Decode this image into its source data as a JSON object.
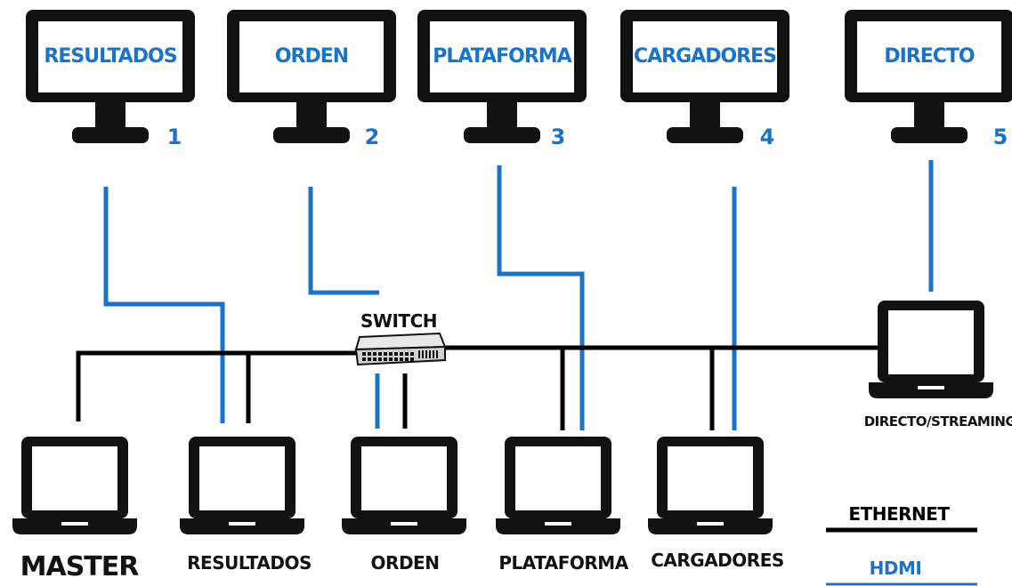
{
  "monitors": [
    {
      "label": "RESULTADOS",
      "number": "1"
    },
    {
      "label": "ORDEN",
      "number": "2"
    },
    {
      "label": "PLATAFORMA",
      "number": "3"
    },
    {
      "label": "CARGADORES",
      "number": "4"
    },
    {
      "label": "DIRECTO",
      "number": "5"
    }
  ],
  "switch": {
    "label": "SWITCH"
  },
  "laptops": [
    {
      "label": "MASTER"
    },
    {
      "label": "RESULTADOS"
    },
    {
      "label": "ORDEN"
    },
    {
      "label": "PLATAFORMA"
    },
    {
      "label": "CARGADORES"
    },
    {
      "label": "DIRECTO/STREAMING"
    }
  ],
  "legend": {
    "ethernet": {
      "label": "ETHERNET",
      "color": "#000000"
    },
    "hdmi": {
      "label": "HDMI",
      "color": "#1a73c9"
    }
  },
  "colors": {
    "hdmi": "#1a73c9",
    "ethernet": "#000000",
    "device": "#111111"
  }
}
